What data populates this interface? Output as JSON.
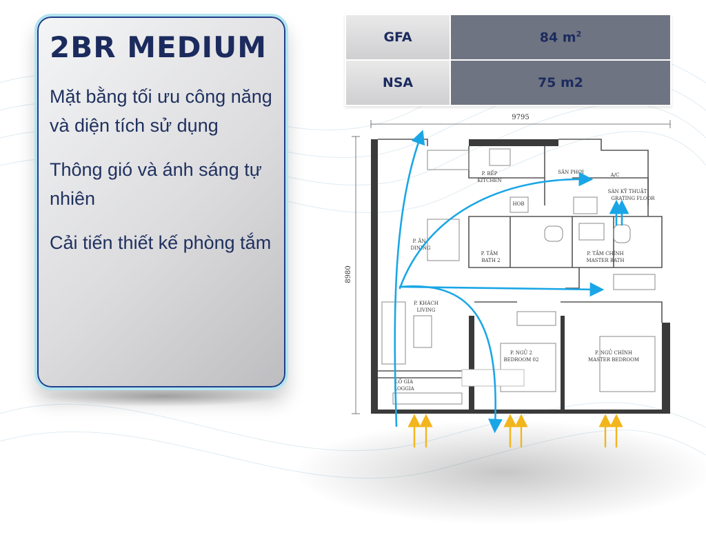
{
  "card": {
    "title": "2BR MEDIUM",
    "features": [
      "Mặt bằng tối ưu công năng và diện tích sử dụng",
      "Thông gió và ánh sáng tự nhiên",
      "Cải tiến thiết kế phòng tắm"
    ]
  },
  "areas": {
    "gfa_label": "GFA",
    "gfa_value": "84 m",
    "gfa_sup": "2",
    "nsa_label": "NSA",
    "nsa_value": "75 m2"
  },
  "plan": {
    "dim_width": "9795",
    "dim_height": "8980",
    "rooms": {
      "kitchen_vi": "P. BẾP",
      "kitchen_en": "KITCHEN",
      "laundry_vi": "SÂN PHƠI",
      "laundry_en": "HOB",
      "tech_vi": "SÀN KỸ THUẬT",
      "tech_en": "GRATING FLOOR",
      "ac": "A/C",
      "dining_vi": "P. ĂN",
      "dining_en": "DINING",
      "bath2_vi": "P. TẮM",
      "bath2_en": "BATH 2",
      "masterbath_vi": "P. TẮM CHÍNH",
      "masterbath_en": "MASTER BATH",
      "living_vi": "P. KHÁCH",
      "living_en": "LIVING",
      "bed2_vi": "P. NGỦ 2",
      "bed2_en": "BEDROOM 02",
      "master_vi": "P. NGỦ CHÍNH",
      "master_en": "MASTER BEDROOM",
      "loggia_vi": "LÔ GIA",
      "loggia_en": "LOGGIA"
    }
  },
  "colors": {
    "title": "#1c2b5e",
    "airflow": "#1aa6e6",
    "sunlight": "#f2b51c",
    "walls": "#3a3a3a"
  }
}
